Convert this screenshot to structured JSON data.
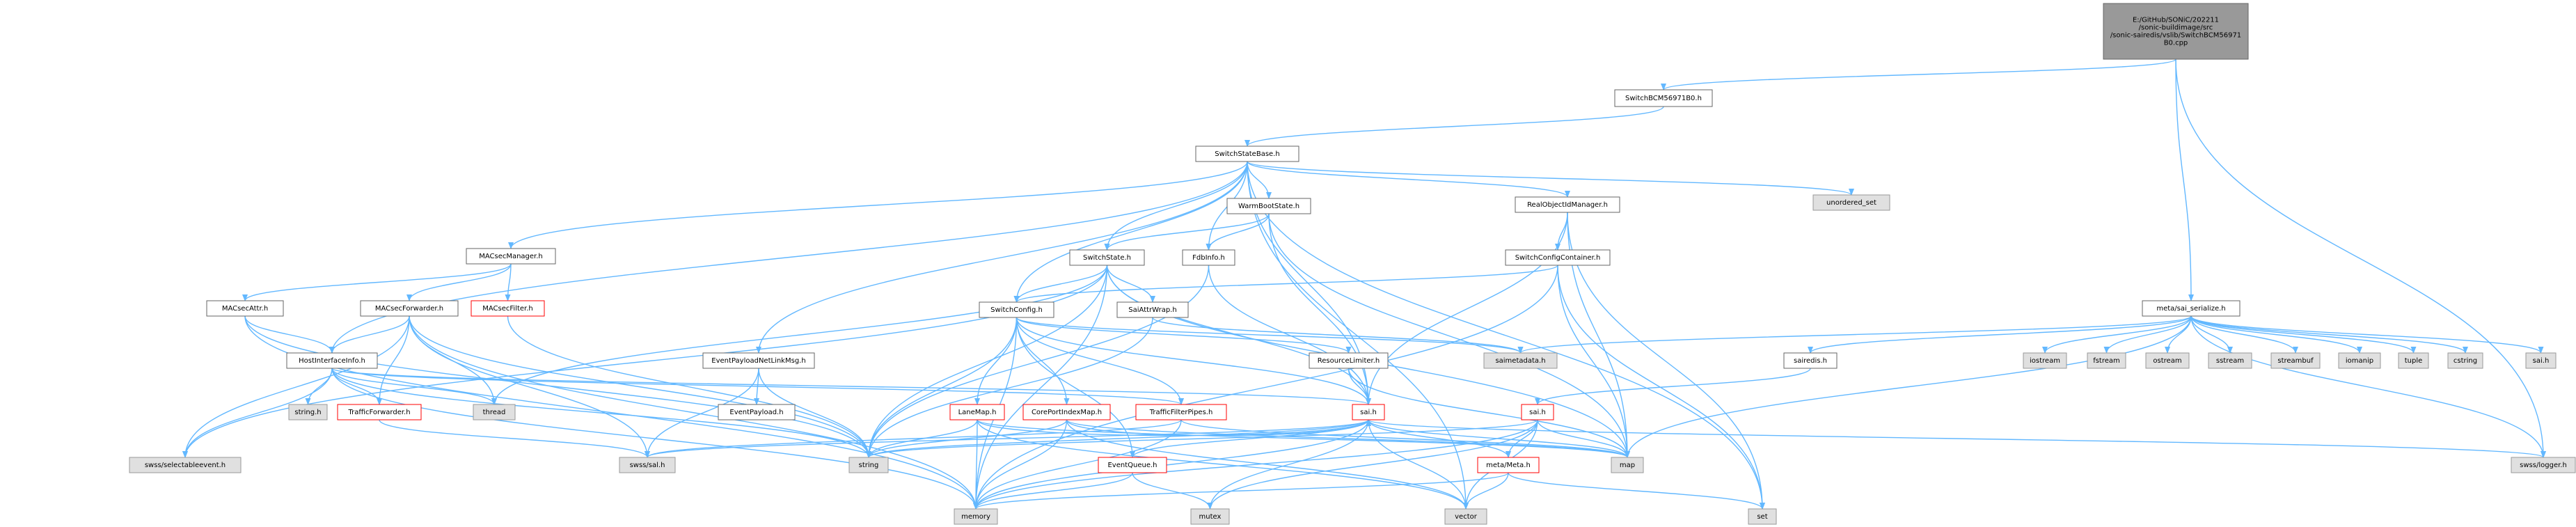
{
  "graph": {
    "nodes": [
      {
        "id": "root",
        "lines": [
          "E:/GitHub/SONiC/202211",
          "/sonic-buildimage/src",
          "/sonic-sairedis/vslib/SwitchBCM56971",
          "B0.cpp"
        ],
        "style": "root"
      },
      {
        "id": "switchbcm",
        "lines": [
          "SwitchBCM56971B0.h"
        ],
        "style": "plain"
      },
      {
        "id": "statebase",
        "lines": [
          "SwitchStateBase.h"
        ],
        "style": "plain"
      },
      {
        "id": "unordered_set",
        "lines": [
          "unordered_set"
        ],
        "style": "ext"
      },
      {
        "id": "macsecmgr",
        "lines": [
          "MACsecManager.h"
        ],
        "style": "plain"
      },
      {
        "id": "warmboot",
        "lines": [
          "WarmBootState.h"
        ],
        "style": "plain"
      },
      {
        "id": "realoid",
        "lines": [
          "RealObjectIdManager.h"
        ],
        "style": "plain"
      },
      {
        "id": "switchstate",
        "lines": [
          "SwitchState.h"
        ],
        "style": "plain"
      },
      {
        "id": "fdbinfo",
        "lines": [
          "FdbInfo.h"
        ],
        "style": "plain"
      },
      {
        "id": "configcontainer",
        "lines": [
          "SwitchConfigContainer.h"
        ],
        "style": "plain"
      },
      {
        "id": "macsecattr",
        "lines": [
          "MACsecAttr.h"
        ],
        "style": "plain"
      },
      {
        "id": "macsecfwd",
        "lines": [
          "MACsecForwarder.h"
        ],
        "style": "plain"
      },
      {
        "id": "macsecfilter",
        "lines": [
          "MACsecFilter.h"
        ],
        "style": "red"
      },
      {
        "id": "switchconfig",
        "lines": [
          "SwitchConfig.h"
        ],
        "style": "plain"
      },
      {
        "id": "saiattrwrap",
        "lines": [
          "SaiAttrWrap.h"
        ],
        "style": "plain"
      },
      {
        "id": "saimetadata",
        "lines": [
          "saimetadata.h"
        ],
        "style": "ext"
      },
      {
        "id": "metaser",
        "lines": [
          "meta/sai_serialize.h"
        ],
        "style": "plain"
      },
      {
        "id": "hostif",
        "lines": [
          "HostInterfaceInfo.h"
        ],
        "style": "plain"
      },
      {
        "id": "thread",
        "lines": [
          "thread"
        ],
        "style": "ext"
      },
      {
        "id": "evpayloadmsg",
        "lines": [
          "EventPayloadNetLinkMsg.h"
        ],
        "style": "plain"
      },
      {
        "id": "resourcelimiter",
        "lines": [
          "ResourceLimiter.h"
        ],
        "style": "plain"
      },
      {
        "id": "sairedis",
        "lines": [
          "sairedis.h"
        ],
        "style": "plain"
      },
      {
        "id": "iostream",
        "lines": [
          "iostream"
        ],
        "style": "ext"
      },
      {
        "id": "fstream",
        "lines": [
          "fstream"
        ],
        "style": "ext"
      },
      {
        "id": "ostream",
        "lines": [
          "ostream"
        ],
        "style": "ext"
      },
      {
        "id": "sstream",
        "lines": [
          "sstream"
        ],
        "style": "ext"
      },
      {
        "id": "streambuf",
        "lines": [
          "streambuf"
        ],
        "style": "ext"
      },
      {
        "id": "iomanip",
        "lines": [
          "iomanip"
        ],
        "style": "ext"
      },
      {
        "id": "tuple",
        "lines": [
          "tuple"
        ],
        "style": "ext"
      },
      {
        "id": "cstring",
        "lines": [
          "cstring"
        ],
        "style": "ext"
      },
      {
        "id": "saih_top",
        "lines": [
          "sai.h"
        ],
        "style": "ext"
      },
      {
        "id": "stringh",
        "lines": [
          "string.h"
        ],
        "style": "ext"
      },
      {
        "id": "trafficfwd",
        "lines": [
          "TrafficForwarder.h"
        ],
        "style": "red"
      },
      {
        "id": "evpayload",
        "lines": [
          "EventPayload.h"
        ],
        "style": "plain"
      },
      {
        "id": "lanemap",
        "lines": [
          "LaneMap.h"
        ],
        "style": "red"
      },
      {
        "id": "coreport",
        "lines": [
          "CorePortIndexMap.h"
        ],
        "style": "red"
      },
      {
        "id": "trafficfilter",
        "lines": [
          "TrafficFilterPipes.h"
        ],
        "style": "red"
      },
      {
        "id": "sai_red",
        "lines": [
          "sai.h"
        ],
        "style": "red"
      },
      {
        "id": "sai_red2",
        "lines": [
          "sai.h"
        ],
        "style": "red"
      },
      {
        "id": "selectable",
        "lines": [
          "swss/selectableevent.h"
        ],
        "style": "ext"
      },
      {
        "id": "swsssal",
        "lines": [
          "swss/sal.h"
        ],
        "style": "ext"
      },
      {
        "id": "string",
        "lines": [
          "string"
        ],
        "style": "ext"
      },
      {
        "id": "eventqueue",
        "lines": [
          "EventQueue.h"
        ],
        "style": "red"
      },
      {
        "id": "metameta",
        "lines": [
          "meta/Meta.h"
        ],
        "style": "red"
      },
      {
        "id": "map",
        "lines": [
          "map"
        ],
        "style": "ext"
      },
      {
        "id": "swsslogger",
        "lines": [
          "swss/logger.h"
        ],
        "style": "ext"
      },
      {
        "id": "memory",
        "lines": [
          "memory"
        ],
        "style": "ext"
      },
      {
        "id": "mutex",
        "lines": [
          "mutex"
        ],
        "style": "ext"
      },
      {
        "id": "vector",
        "lines": [
          "vector"
        ],
        "style": "ext"
      },
      {
        "id": "set",
        "lines": [
          "set"
        ],
        "style": "ext"
      }
    ],
    "edges": [
      [
        "root",
        "switchbcm"
      ],
      [
        "root",
        "metaser"
      ],
      [
        "root",
        "swsslogger"
      ],
      [
        "switchbcm",
        "statebase"
      ],
      [
        "statebase",
        "unordered_set"
      ],
      [
        "statebase",
        "macsecmgr"
      ],
      [
        "statebase",
        "warmboot"
      ],
      [
        "statebase",
        "realoid"
      ],
      [
        "statebase",
        "switchstate"
      ],
      [
        "statebase",
        "fdbinfo"
      ],
      [
        "statebase",
        "switchconfig"
      ],
      [
        "statebase",
        "hostif"
      ],
      [
        "statebase",
        "evpayloadmsg"
      ],
      [
        "statebase",
        "sai_red"
      ],
      [
        "statebase",
        "set"
      ],
      [
        "statebase",
        "vector"
      ],
      [
        "macsecmgr",
        "macsecattr"
      ],
      [
        "macsecmgr",
        "macsecfwd"
      ],
      [
        "macsecmgr",
        "macsecfilter"
      ],
      [
        "warmboot",
        "switchstate"
      ],
      [
        "warmboot",
        "fdbinfo"
      ],
      [
        "warmboot",
        "sai_red"
      ],
      [
        "warmboot",
        "map"
      ],
      [
        "realoid",
        "configcontainer"
      ],
      [
        "realoid",
        "sai_red"
      ],
      [
        "realoid",
        "map"
      ],
      [
        "realoid",
        "set"
      ],
      [
        "switchstate",
        "switchconfig"
      ],
      [
        "switchstate",
        "saiattrwrap"
      ],
      [
        "switchstate",
        "selectable"
      ],
      [
        "switchstate",
        "thread"
      ],
      [
        "switchstate",
        "string"
      ],
      [
        "switchstate",
        "sai_red"
      ],
      [
        "switchstate",
        "memory"
      ],
      [
        "switchstate",
        "map"
      ],
      [
        "fdbinfo",
        "sai_red"
      ],
      [
        "fdbinfo",
        "string"
      ],
      [
        "configcontainer",
        "switchconfig"
      ],
      [
        "configcontainer",
        "map"
      ],
      [
        "configcontainer",
        "set"
      ],
      [
        "configcontainer",
        "memory"
      ],
      [
        "macsecattr",
        "hostif"
      ],
      [
        "macsecattr",
        "string"
      ],
      [
        "macsecattr",
        "memory"
      ],
      [
        "macsecfwd",
        "hostif"
      ],
      [
        "macsecfwd",
        "thread"
      ],
      [
        "macsecfwd",
        "trafficfwd"
      ],
      [
        "macsecfwd",
        "selectable"
      ],
      [
        "macsecfwd",
        "string"
      ],
      [
        "macsecfwd",
        "memory"
      ],
      [
        "macsecfwd",
        "swsssal"
      ],
      [
        "macsecfilter",
        "string"
      ],
      [
        "switchconfig",
        "lanemap"
      ],
      [
        "switchconfig",
        "coreport"
      ],
      [
        "switchconfig",
        "trafficfilter"
      ],
      [
        "switchconfig",
        "resourcelimiter"
      ],
      [
        "switchconfig",
        "eventqueue"
      ],
      [
        "switchconfig",
        "sai_red"
      ],
      [
        "switchconfig",
        "string"
      ],
      [
        "switchconfig",
        "memory"
      ],
      [
        "switchconfig",
        "saimetadata"
      ],
      [
        "saiattrwrap",
        "saimetadata"
      ],
      [
        "saiattrwrap",
        "string"
      ],
      [
        "metaser",
        "saimetadata"
      ],
      [
        "metaser",
        "sairedis"
      ],
      [
        "metaser",
        "iostream"
      ],
      [
        "metaser",
        "fstream"
      ],
      [
        "metaser",
        "ostream"
      ],
      [
        "metaser",
        "sstream"
      ],
      [
        "metaser",
        "streambuf"
      ],
      [
        "metaser",
        "iomanip"
      ],
      [
        "metaser",
        "tuple"
      ],
      [
        "metaser",
        "cstring"
      ],
      [
        "metaser",
        "saih_top"
      ],
      [
        "metaser",
        "map"
      ],
      [
        "metaser",
        "swsslogger"
      ],
      [
        "hostif",
        "stringh"
      ],
      [
        "hostif",
        "trafficfwd"
      ],
      [
        "hostif",
        "thread"
      ],
      [
        "hostif",
        "selectable"
      ],
      [
        "hostif",
        "memory"
      ],
      [
        "hostif",
        "sai_red"
      ],
      [
        "hostif",
        "trafficfilter"
      ],
      [
        "hostif",
        "string"
      ],
      [
        "evpayloadmsg",
        "evpayload"
      ],
      [
        "evpayloadmsg",
        "swsssal"
      ],
      [
        "evpayloadmsg",
        "string"
      ],
      [
        "resourcelimiter",
        "sai_red"
      ],
      [
        "resourcelimiter",
        "map"
      ],
      [
        "sairedis",
        "sai_red2"
      ],
      [
        "trafficfwd",
        "swsssal"
      ],
      [
        "lanemap",
        "sai_red"
      ],
      [
        "lanemap",
        "string"
      ],
      [
        "lanemap",
        "memory"
      ],
      [
        "lanemap",
        "vector"
      ],
      [
        "lanemap",
        "map"
      ],
      [
        "coreport",
        "sai_red"
      ],
      [
        "coreport",
        "string"
      ],
      [
        "coreport",
        "memory"
      ],
      [
        "coreport",
        "vector"
      ],
      [
        "coreport",
        "map"
      ],
      [
        "trafficfilter",
        "swsssal"
      ],
      [
        "trafficfilter",
        "memory"
      ],
      [
        "trafficfilter",
        "map"
      ],
      [
        "sai_red",
        "metameta"
      ],
      [
        "sai_red",
        "swsssal"
      ],
      [
        "sai_red",
        "string"
      ],
      [
        "sai_red",
        "memory"
      ],
      [
        "sai_red",
        "map"
      ],
      [
        "sai_red",
        "vector"
      ],
      [
        "sai_red",
        "mutex"
      ],
      [
        "sai_red",
        "eventqueue"
      ],
      [
        "sai_red",
        "swsslogger"
      ],
      [
        "sai_red2",
        "metameta"
      ],
      [
        "sai_red2",
        "string"
      ],
      [
        "sai_red2",
        "memory"
      ],
      [
        "sai_red2",
        "map"
      ],
      [
        "sai_red2",
        "vector"
      ],
      [
        "sai_red2",
        "mutex"
      ],
      [
        "eventqueue",
        "mutex"
      ],
      [
        "eventqueue",
        "memory"
      ],
      [
        "metameta",
        "set"
      ],
      [
        "metameta",
        "vector"
      ],
      [
        "metameta",
        "memory"
      ]
    ]
  }
}
